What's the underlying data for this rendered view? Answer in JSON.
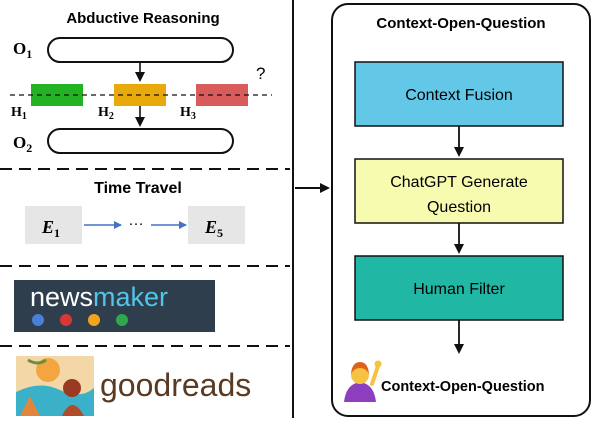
{
  "left": {
    "abductive": {
      "title": "Abductive Reasoning",
      "o1": "O",
      "o1_sub": "1",
      "o2": "O",
      "o2_sub": "2",
      "h1": "H",
      "h1_sub": "1",
      "h2": "H",
      "h2_sub": "2",
      "h3": "H",
      "h3_sub": "3",
      "question_mark": "?",
      "h1_color": "#22b222",
      "h2_color": "#e8a90c",
      "h3_color": "#d95c5c"
    },
    "time_travel": {
      "title": "Time Travel",
      "e_start": "E",
      "e_start_sub": "1",
      "ellipsis": "···",
      "e_end": "E",
      "e_end_sub": "5",
      "arrow_color": "#4472c4"
    },
    "newsmaker": {
      "text_news": "news",
      "text_maker": "maker",
      "bg": "#2f3e4d",
      "news_color": "#ffffff",
      "maker_color": "#4fc6e8",
      "dot_colors": [
        "#4a7fd8",
        "#d93636",
        "#f2a51c",
        "#2ea84f"
      ]
    },
    "goodreads": {
      "text": "goodreads",
      "text_color": "#5a3a22"
    }
  },
  "right": {
    "title": "Context-Open-Question",
    "steps": [
      {
        "label": "Context Fusion",
        "color": "#63c8e8"
      },
      {
        "label": "ChatGPT Generate\nQuestion",
        "line1": "ChatGPT Generate",
        "line2": "Question",
        "color": "#f6fbb0"
      },
      {
        "label": "Human Filter",
        "color": "#20b7a4"
      }
    ],
    "output_label": "Context-Open-Question",
    "output_icon": "person-raising-hand-icon"
  }
}
